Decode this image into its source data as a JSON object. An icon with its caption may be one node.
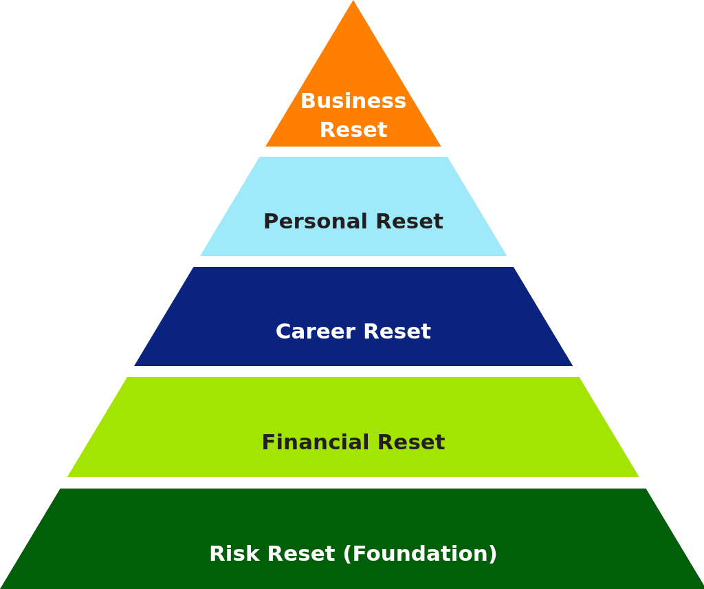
{
  "diagram": {
    "nodes": [
      {
        "text": [
          "Business Reset"
        ]
      },
      {
        "text": [
          "Personal Reset"
        ]
      },
      {
        "text": [
          "Career Reset"
        ]
      },
      {
        "text": [
          "Financial Reset"
        ]
      },
      {
        "text": [
          "Risk Reset (Foundation)"
        ]
      }
    ],
    "edges": []
  }
}
